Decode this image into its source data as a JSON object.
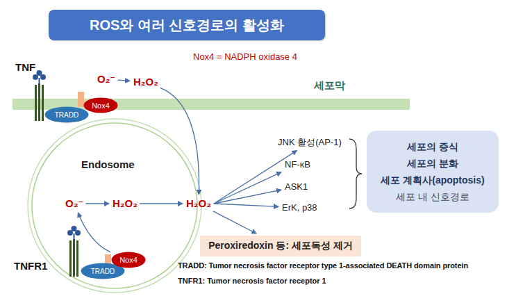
{
  "diagram": {
    "title": "ROS와 여러 신호경로의 활성화",
    "nodes": [
      {
        "text": [
          "세포막"
        ]
      },
      {
        "text": [
          "Nox4"
        ]
      },
      {
        "text": [
          "TRADD"
        ]
      },
      {
        "text": [
          "O₂⁻"
        ]
      },
      {
        "text": [
          "H₂O₂"
        ]
      },
      {
        "text": [
          "Endosome"
        ]
      },
      {
        "text": [
          "O₂⁻"
        ],
        "in": 5
      },
      {
        "text": [
          "H₂O₂"
        ],
        "in": 5
      },
      {
        "text": [
          "TRADD"
        ]
      },
      {
        "text": [
          "Nox4"
        ]
      },
      {
        "text": [
          "H₂O₂"
        ]
      },
      {
        "text": [
          "JNK 활성(AP-1)"
        ]
      },
      {
        "text": [
          "NF-κB"
        ]
      },
      {
        "text": [
          "ASK1"
        ]
      },
      {
        "text": [
          "ErK, p38"
        ]
      },
      {
        "text": [
          "세포의 증식",
          "세포의 분화",
          "세포 계획사(apoptosis)",
          "세포 내 신호경로"
        ]
      },
      {
        "text": [
          "Peroxiredoxin 등: 세포독성 제거"
        ]
      }
    ],
    "edges": [
      {
        "from": 3,
        "to": 4,
        "arrow": "to"
      },
      {
        "from": 4,
        "to": 10,
        "arrow": "to"
      },
      {
        "from": 9,
        "to": 6,
        "arrow": "to"
      },
      {
        "from": 6,
        "to": 7,
        "arrow": "to"
      },
      {
        "from": 7,
        "to": 10,
        "arrow": "to"
      },
      {
        "from": 10,
        "to": 11,
        "arrow": "to"
      },
      {
        "from": 10,
        "to": 12,
        "arrow": "to"
      },
      {
        "from": 10,
        "to": 13,
        "arrow": "to"
      },
      {
        "from": 10,
        "to": 14,
        "arrow": "to"
      },
      {
        "from": 10,
        "to": 16,
        "arrow": "to"
      }
    ],
    "labels": [
      "Nox4 = NADPH oxidase 4",
      "TNF",
      "TNFR1",
      "TRADD: Tumor necrosis factor receptor type 1-associated DEATH domain protein",
      "TNFR1: Tumor necrosis factor receptor 1"
    ]
  }
}
